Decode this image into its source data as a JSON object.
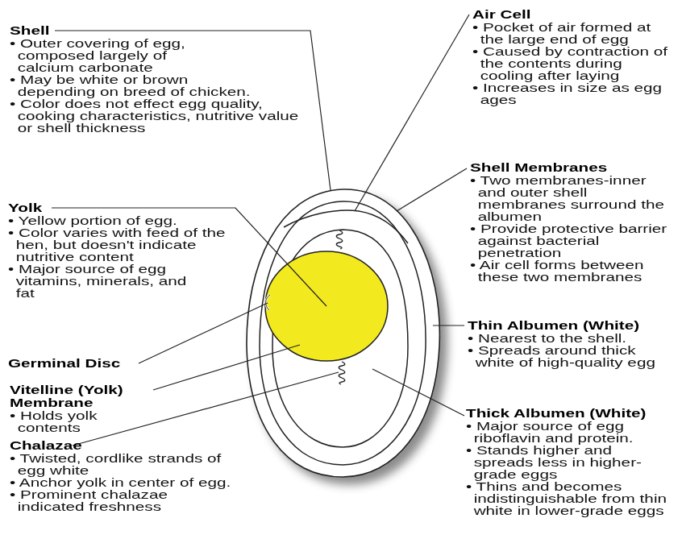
{
  "diagram": {
    "labels": [
      "Shell",
      "• Outer covering of egg, composed largely of calcium carbonate",
      "• May be white or brown depending on breed of chicken.",
      "• Color does not effect egg quality, cooking characteristics, nutritive value or shell thickness",
      "Air Cell",
      "• Pocket of air formed at the large end of egg",
      "• Caused by contraction of the contents during cooling after laying",
      "• Increases in size as egg ages",
      "Shell Membranes",
      "• Two membranes-inner and outer shell membranes surround the albumen",
      "• Provide protective barrier against bacterial penetration",
      "• Air cell forms between these two membranes",
      "Yolk",
      "• Yellow portion of egg.",
      "• Color varies with feed of the hen, but doesn't indicate nutritive content",
      "• Major source of egg vitamins, minerals, and fat",
      "Thin Albumen (White)",
      "• Nearest to the shell.",
      "• Spreads around thick white of high-quality egg",
      "Germinal Disc",
      "Vitelline (Yolk) Membrane",
      "• Holds yolk contents",
      "Thick Albumen (White)",
      "• Major source of egg riboflavin and protein.",
      "• Stands higher and spreads less in higher-grade eggs",
      "• Thins and becomes indistinguishable from thin white in lower-grade eggs",
      "Chalazae",
      "• Twisted, cordlike strands of egg white",
      "• Anchor yolk in center of egg.",
      "• Prominent chalazae indicated freshness"
    ]
  }
}
